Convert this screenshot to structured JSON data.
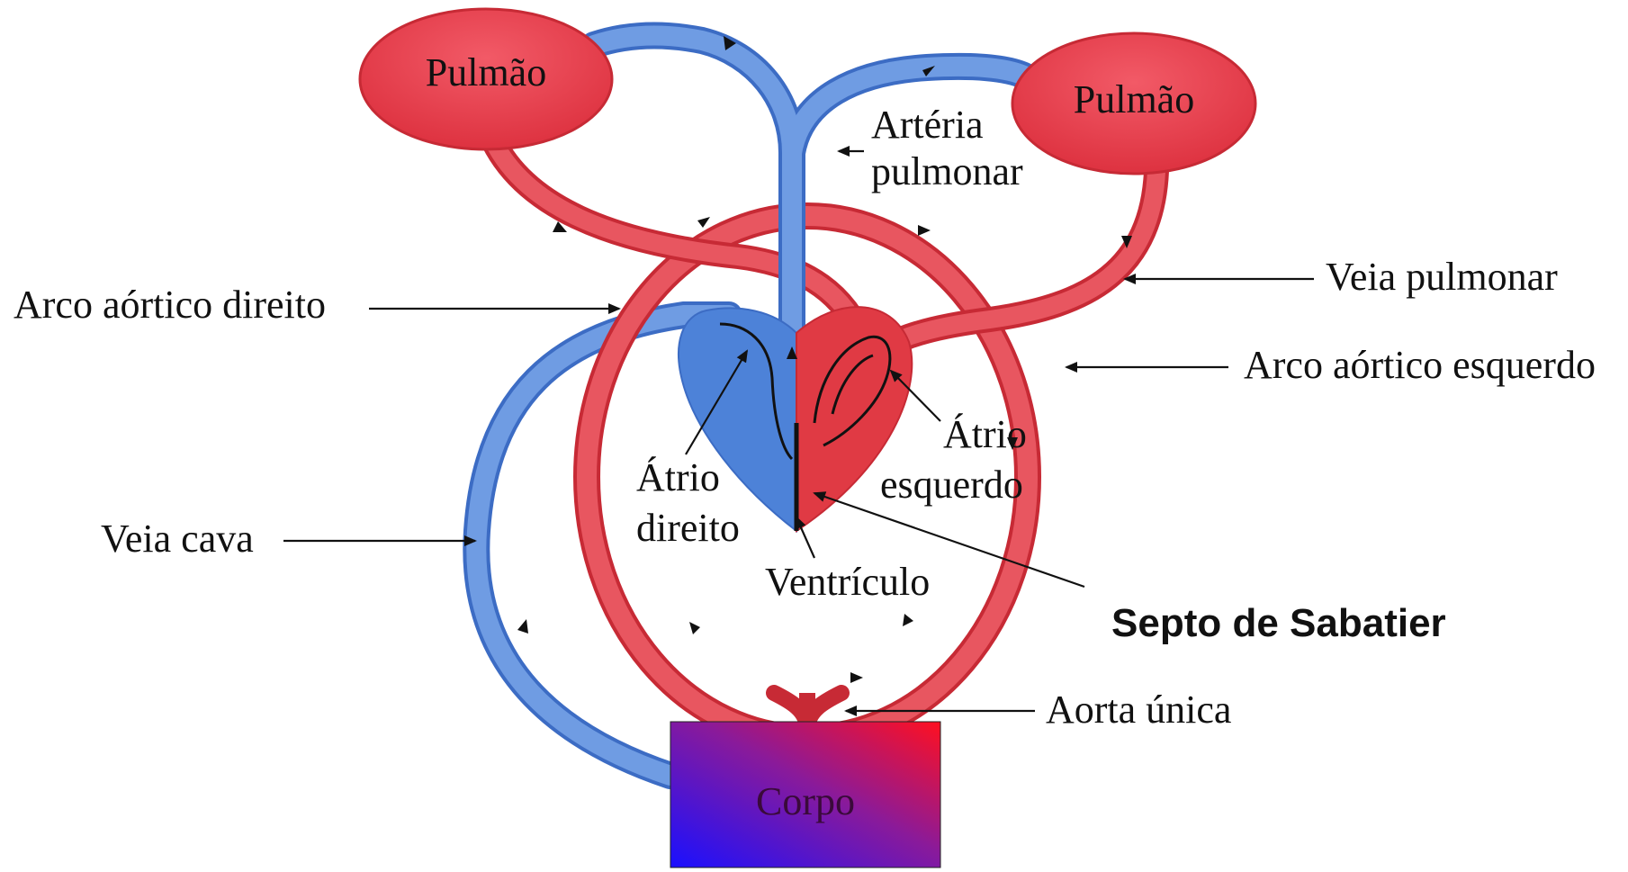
{
  "colors": {
    "oxygenated": "#e5454d",
    "oxygenated_dark": "#c72a35",
    "deoxygenated": "#5e8fdc",
    "deoxygenated_dark": "#3c6cc4",
    "septum": "#111111",
    "corpo_from": "#1a10ff",
    "corpo_to": "#ff1020"
  },
  "organs": {
    "lung_left": "Pulmão",
    "lung_right": "Pulmão",
    "body": "Corpo"
  },
  "labels": {
    "arteria_pulmonar_line1": "Artéria",
    "arteria_pulmonar_line2": "pulmonar",
    "veia_pulmonar": "Veia pulmonar",
    "arco_aortico_direito": "Arco aórtico direito",
    "arco_aortico_esquerdo": "Arco aórtico esquerdo",
    "atrio_esquerdo_line1": "Átrio",
    "atrio_esquerdo_line2": "esquerdo",
    "atrio_direito_line1": "Átrio",
    "atrio_direito_line2": "direito",
    "ventriculo": "Ventrículo",
    "veia_cava": "Veia cava",
    "septo": "Septo de Sabatier",
    "aorta_unica": "Aorta única"
  },
  "icons": [
    "flow-arrow-icon",
    "pointer-arrow-icon"
  ]
}
